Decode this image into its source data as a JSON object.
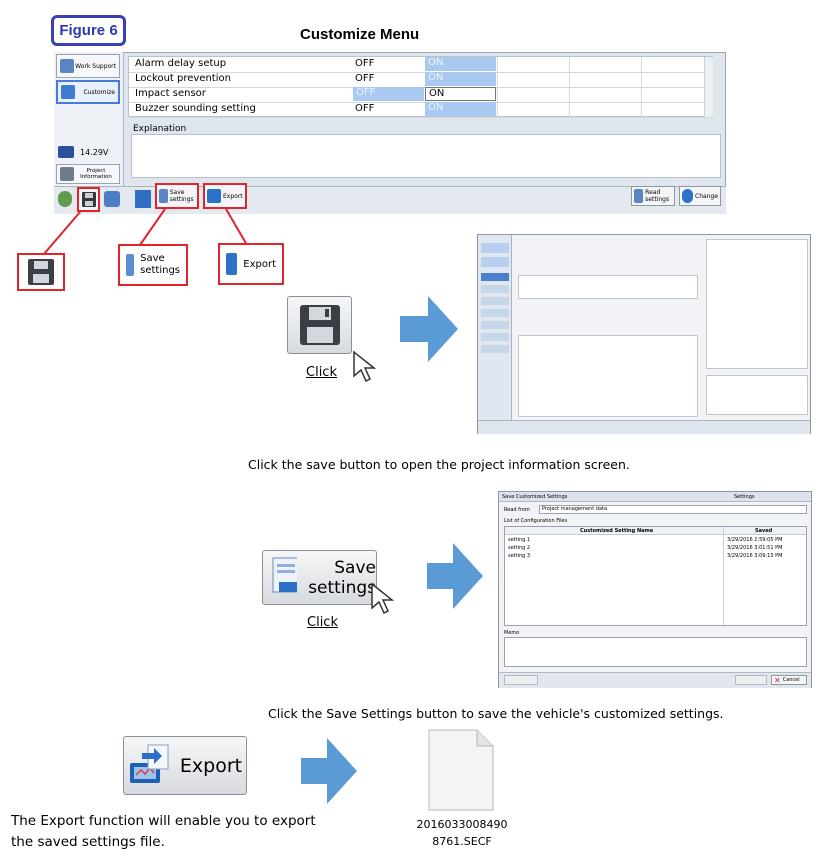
{
  "figure_label": "Figure 6",
  "title": "Customize Menu",
  "main_window": {
    "sidebar": {
      "items": [
        "Work Support",
        "Customize"
      ],
      "voltage": "14.29V",
      "project_info": "Project Information"
    },
    "settings": [
      {
        "name": "Alarm delay setup",
        "off": "OFF",
        "on": "ON"
      },
      {
        "name": "Lockout prevention",
        "off": "OFF",
        "on": "ON"
      },
      {
        "name": "Impact sensor",
        "off": "OFF",
        "on": "ON"
      },
      {
        "name": "Buzzer sounding setting",
        "off": "OFF",
        "on": "ON"
      }
    ],
    "explanation_label": "Explanation",
    "toolbar": {
      "save_settings": "Save settings",
      "export": "Export",
      "read_settings": "Read settings",
      "change": "Change"
    }
  },
  "callouts": {
    "save_settings": "Save settings",
    "export": "Export"
  },
  "step1": {
    "click": "Click",
    "caption": "Click the save button to open the project information screen."
  },
  "step2": {
    "button_label": "Save settings",
    "click": "Click",
    "caption": "Click the Save Settings button to save the vehicle's customized settings.",
    "dialog": {
      "title": "Save Customized Settings",
      "title_right": "Settings",
      "read_from_label": "Read from",
      "read_from_value": "Project management data",
      "list_label": "List of Configuration Files",
      "columns": [
        "Customized Setting Name",
        "Saved"
      ],
      "rows": [
        {
          "name": "setting 1",
          "saved": "3/29/2016 2:59:05 PM"
        },
        {
          "name": "setting 2",
          "saved": "3/29/2016 3:01:51 PM"
        },
        {
          "name": "setting 3",
          "saved": "3/29/2016 3:09:15 PM"
        }
      ],
      "memo_label": "Memo",
      "cancel": "Cancel"
    }
  },
  "step3": {
    "button_label": "Export",
    "caption_line1": "The Export function will enable you to export",
    "caption_line2": "the saved settings file.",
    "file_name_line1": "2016033008490",
    "file_name_line2": "8761.SECF"
  },
  "colors": {
    "callout_red": "#e0242c",
    "arrow_blue": "#5b9bd5",
    "badge_blue": "#3a3fb8",
    "on_cell": "#aac9f0"
  }
}
